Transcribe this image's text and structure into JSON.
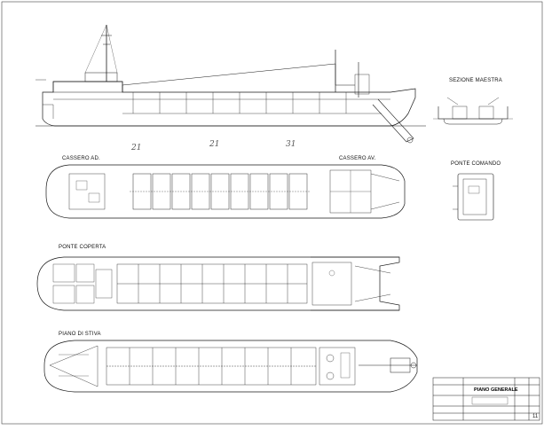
{
  "labels": {
    "side_view": "",
    "midship_section": "SEZIONE MAESTRA",
    "bridge_deck": "PONTE COMANDO",
    "cassero_ad": "CASSERO AD.",
    "cassero_av": "CASSERO AV.",
    "main_deck": "PONTE COPERTA",
    "hold_plan": "PIANO DI STIVA"
  },
  "handwritten": {
    "mark_a": "21",
    "mark_b": "21",
    "mark_c": "31"
  },
  "title_block": {
    "title": "PIANO GENERALE",
    "sheet_no": "11"
  },
  "colors": {
    "line": "#1a1a1a",
    "paper": "#ffffff",
    "faint": "#888888"
  }
}
